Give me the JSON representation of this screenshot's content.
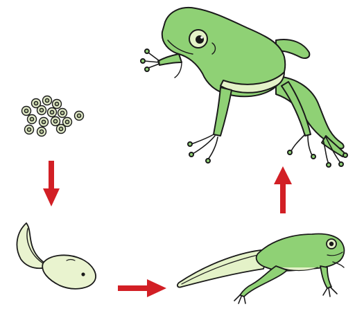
{
  "diagram": {
    "type": "life-cycle",
    "stages": [
      {
        "id": "eggs",
        "icon": "frog-eggs-icon"
      },
      {
        "id": "tadpole",
        "icon": "tadpole-icon"
      },
      {
        "id": "froglet",
        "icon": "froglet-icon"
      },
      {
        "id": "adult-frog",
        "icon": "adult-frog-icon"
      }
    ],
    "arrows": [
      {
        "from": "eggs",
        "to": "tadpole",
        "direction": "down"
      },
      {
        "from": "tadpole",
        "to": "froglet",
        "direction": "right"
      },
      {
        "from": "froglet",
        "to": "adult-frog",
        "direction": "up"
      }
    ],
    "colors": {
      "skin": "#8fd175",
      "belly": "#e4f2c8",
      "egg_outer": "#dfe8c6",
      "egg_inner": "#b9c99a",
      "tadpole_body": "#e9f3cf",
      "outline": "#1a1a1a",
      "arrow": "#d21f25"
    }
  }
}
